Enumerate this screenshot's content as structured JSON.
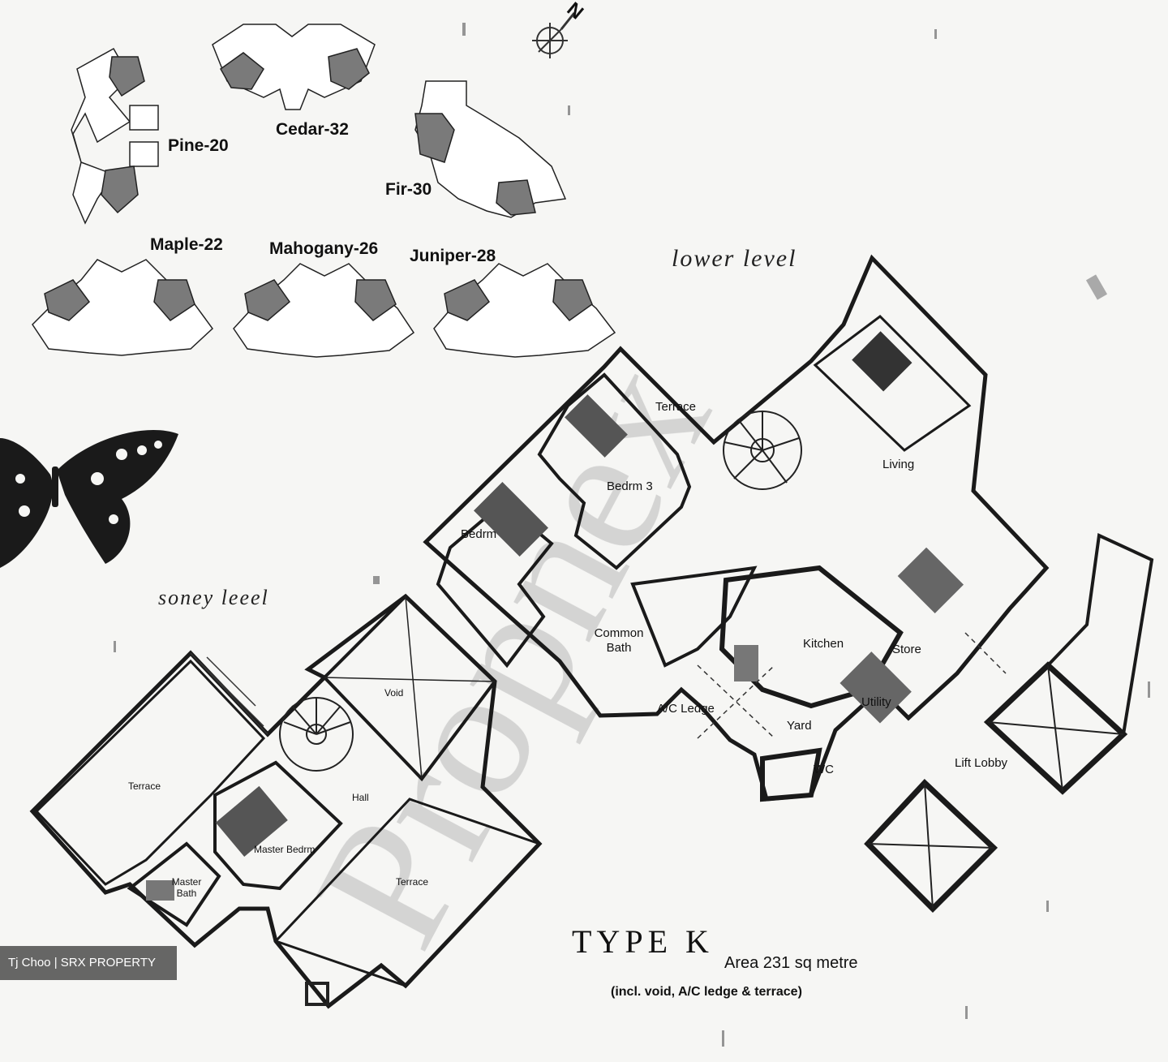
{
  "key_plans": [
    {
      "label": "Pine-20"
    },
    {
      "label": "Cedar-32"
    },
    {
      "label": "Fir-30"
    },
    {
      "label": "Maple-22"
    },
    {
      "label": "Mahogany-26"
    },
    {
      "label": "Juniper-28"
    }
  ],
  "compass": {
    "label": "N"
  },
  "levels": {
    "lower": "lower level",
    "upper": "soney leeel"
  },
  "rooms": {
    "terrace_top": "Terrace",
    "bedroom_3": "Bedrm 3",
    "bedroom_2": "Bedrm",
    "living": "Living",
    "common_bath": "Common Bath",
    "kitchen": "Kitchen",
    "store": "Store",
    "ac_ledge": "A/C Ledge",
    "utility": "Utility",
    "yard": "Yard",
    "wc": "WC",
    "lift_lobby": "Lift Lobby",
    "void": "Void",
    "hall": "Hall",
    "terrace_left": "Terrace",
    "master_bedroom": "Master Bedrm",
    "master_bath": "Master Bath",
    "terrace_bottom": "Terrace"
  },
  "unit": {
    "type": "TYPE K",
    "area": "Area 231 sq metre",
    "note": "(incl. void, A/C ledge & terrace)"
  },
  "watermark": "Propnex",
  "credit": "Tj Choo | SRX PROPERTY",
  "colors": {
    "wall": "#1a1a1a",
    "highlight_unit": "#7a7a7a",
    "paper": "#f6f6f4",
    "watermark": "#b8b8b8"
  }
}
